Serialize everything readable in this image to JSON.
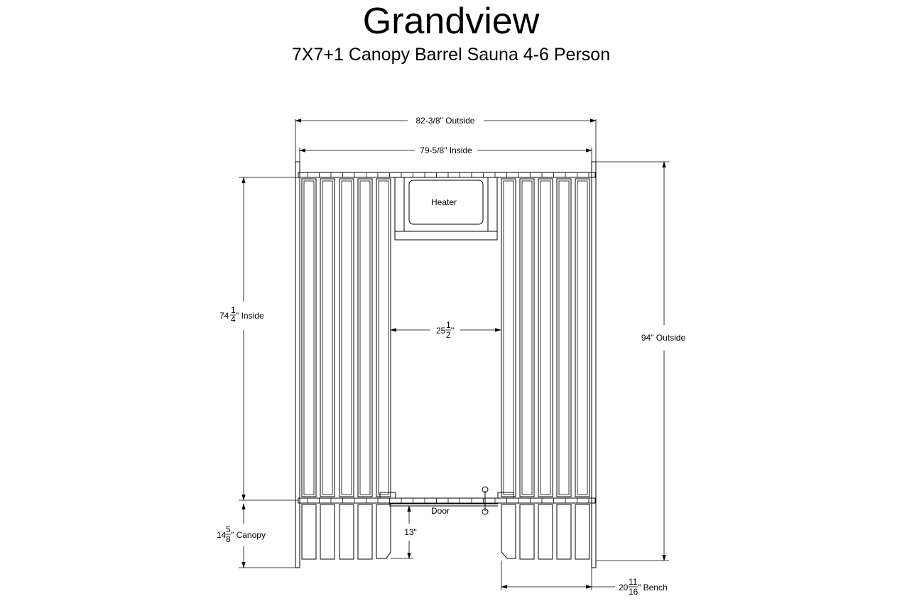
{
  "header": {
    "title": "Grandview",
    "subtitle": "7X7+1 Canopy Barrel Sauna 4-6 Person"
  },
  "drawing": {
    "outside_width": "82-3/8\" Outside",
    "inside_width": "79-5/8\" Inside",
    "inside_depth_whole": "74",
    "inside_depth_num": "1",
    "inside_depth_den": "4",
    "inside_depth_suffix": "\" Inside",
    "outside_height": "94\" Outside",
    "canopy_whole": "14",
    "canopy_num": "5",
    "canopy_den": "8",
    "canopy_suffix": "\" Canopy",
    "center_whole": "25",
    "center_num": "1",
    "center_den": "2",
    "center_suffix": "\"",
    "door_gap": "13\"",
    "bench_whole": "20",
    "bench_num": "11",
    "bench_den": "16",
    "bench_suffix": "\" Bench",
    "heater_label": "Heater",
    "door_label": "Door"
  }
}
